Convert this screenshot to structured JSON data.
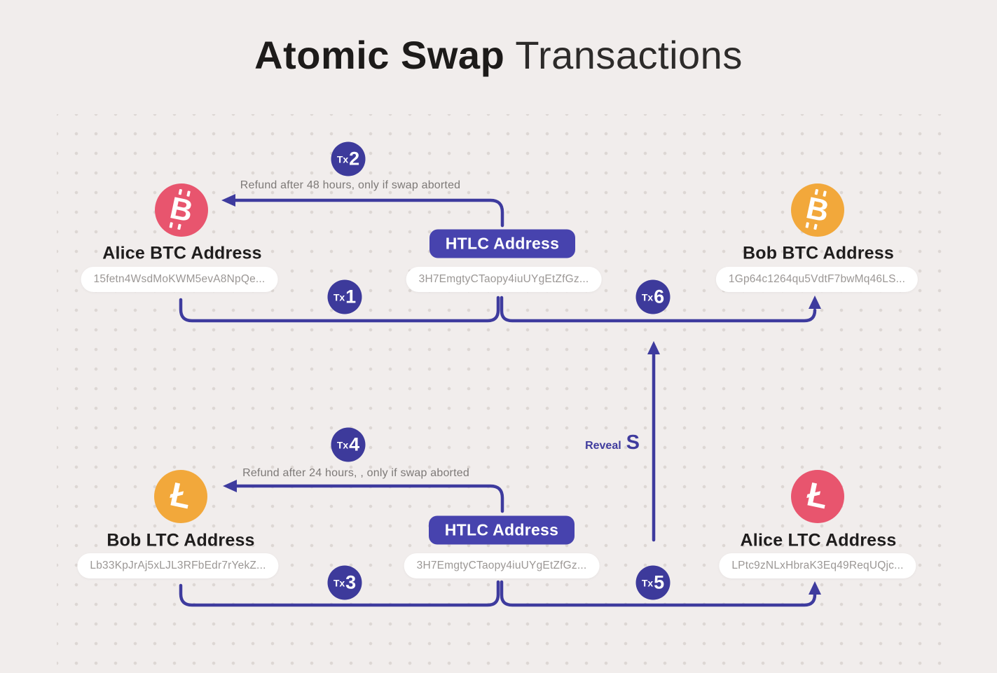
{
  "title": {
    "bold": "Atomic Swap",
    "light": "Transactions"
  },
  "colors": {
    "background": "#f1edec",
    "accent_purple_box": "#4743ae",
    "arrow_purple": "#3e3b9e",
    "coin_red": "#e8556e",
    "coin_orange": "#f2a83b",
    "pill_background": "#ffffff",
    "address_text": "#9b9795",
    "note_text": "#7d7977",
    "heading_text": "#1f1d1d"
  },
  "icons": {
    "bitcoin_glyph": "B",
    "litecoin_glyph": "Ł"
  },
  "nodes": {
    "alice_btc": {
      "label": "Alice BTC Address",
      "address": "15fetn4WsdMoKWM5evA8NpQe...",
      "coin": "bitcoin",
      "color": "#e8556e"
    },
    "htlc_top": {
      "label": "HTLC Address",
      "address": "3H7EmgtyCTaopy4iuUYgEtZfGz..."
    },
    "bob_btc": {
      "label": "Bob BTC Address",
      "address": "1Gp64c1264qu5VdtF7bwMq46LS...",
      "coin": "bitcoin",
      "color": "#f2a83b"
    },
    "bob_ltc": {
      "label": "Bob LTC Address",
      "address": "Lb33KpJrAj5xLJL3RFbEdr7rYekZ...",
      "coin": "litecoin",
      "color": "#f2a83b"
    },
    "htlc_bottom": {
      "label": "HTLC Address",
      "address": "3H7EmgtyCTaopy4iuUYgEtZfGz..."
    },
    "alice_ltc": {
      "label": "Alice LTC Address",
      "address": "LPtc9zNLxHbraK3Eq49ReqUQjc...",
      "coin": "litecoin",
      "color": "#e8556e"
    }
  },
  "transactions": {
    "tx1": {
      "prefix": "Tx",
      "number": "1"
    },
    "tx2": {
      "prefix": "Tx",
      "number": "2"
    },
    "tx3": {
      "prefix": "Tx",
      "number": "3"
    },
    "tx4": {
      "prefix": "Tx",
      "number": "4"
    },
    "tx5": {
      "prefix": "Tx",
      "number": "5"
    },
    "tx6": {
      "prefix": "Tx",
      "number": "6"
    }
  },
  "annotations": {
    "refund_btc": "Refund after 48 hours, only if swap aborted",
    "refund_ltc": "Refund after 24 hours, , only if swap aborted",
    "reveal_label": "Reveal",
    "reveal_secret": "S"
  }
}
